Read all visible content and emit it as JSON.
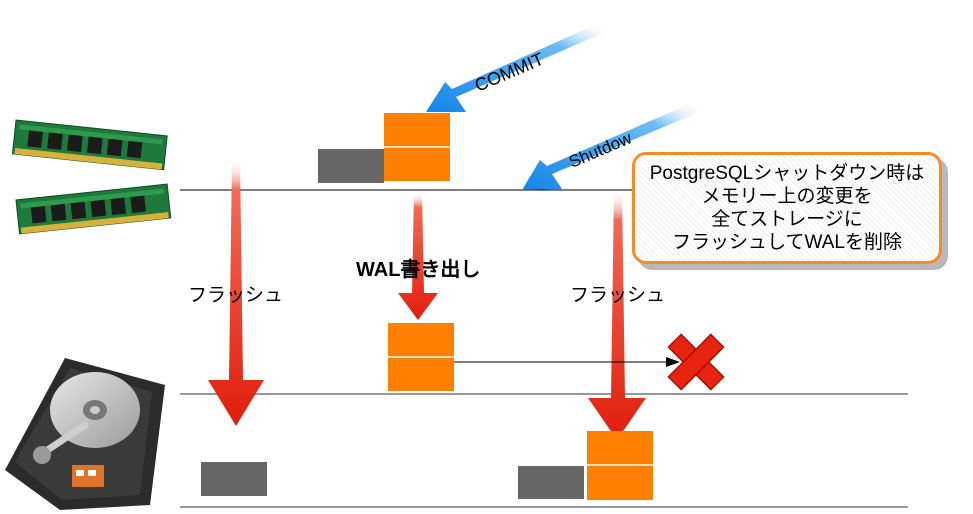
{
  "labels": {
    "commit": "COMMIT",
    "shutdown": "Shutdow",
    "wal_write": "WAL書き出し",
    "flush_left": "フラッシュ",
    "flush_right": "フラッシュ"
  },
  "callout": {
    "lines": [
      "PostgreSQLシャットダウン時は",
      "メモリー上の変更を",
      "全てストレージに",
      "フラッシュしてWALを削除"
    ]
  },
  "colors": {
    "wal_block": "#ff8000",
    "data_block": "#666666",
    "flush_arrow": "#e8230f",
    "event_arrow": "#1f8fe8",
    "delete_mark": "#e8230f",
    "callout_border": "#f28c28"
  },
  "icons": {
    "memory": "ram-module-icon",
    "storage": "hard-disk-icon",
    "delete": "delete-x-icon"
  }
}
